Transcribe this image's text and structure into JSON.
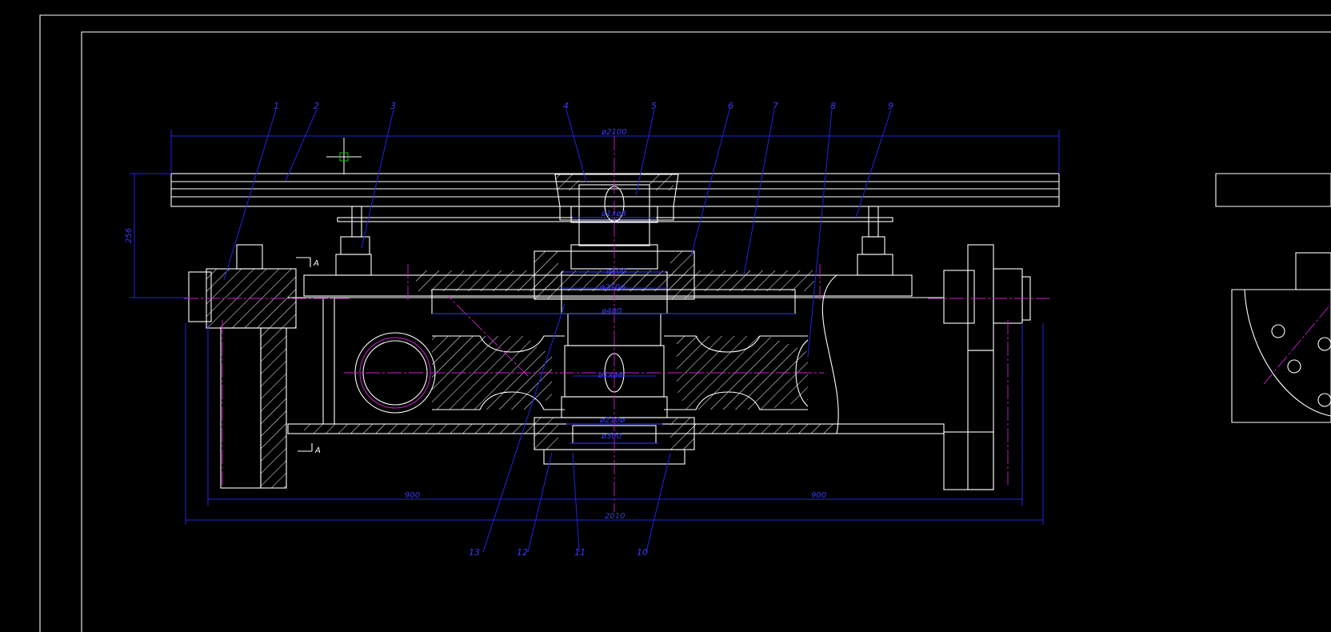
{
  "drawing": {
    "section_marker": "A",
    "part_numbers": [
      "1",
      "2",
      "3",
      "4",
      "5",
      "6",
      "7",
      "8",
      "9",
      "13",
      "12",
      "11",
      "10"
    ],
    "dimensions": {
      "top_width": "ø2100",
      "vertical_left": "256",
      "dia_upper_1": "ø1xø8",
      "dia_upper_2": "ø100",
      "dia_upper_3": "ø210ø",
      "dia_upper_4": "ø400",
      "dia_mid": "ø1xø8",
      "dia_lower_1": "ø210ø",
      "dia_lower_2": "ø300",
      "span_left": "900",
      "span_right": "900",
      "overall_width": "2010"
    }
  },
  "colors": {
    "outline": "#ffffff",
    "dimension": "#2323e8",
    "centerline": "#d21cd2",
    "background": "#000000"
  }
}
